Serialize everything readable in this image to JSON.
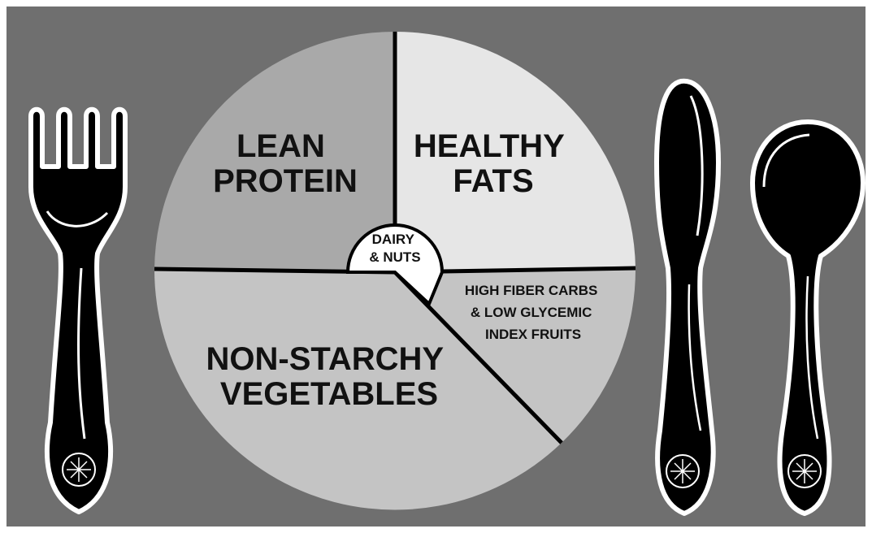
{
  "colors": {
    "background": "#6f6f6f",
    "border": "#ffffff",
    "plate_lean_protein": "#a9a9a9",
    "plate_healthy_fats": "#e6e6e6",
    "plate_high_fiber": "#c4c4c4",
    "plate_vegetables": "#c4c4c4",
    "plate_center": "#ffffff",
    "divider": "#000000",
    "utensils": "#000000",
    "utensil_outline": "#ffffff"
  },
  "plate": {
    "segments": [
      {
        "id": "lean-protein",
        "lines": [
          "LEAN",
          "PROTEIN"
        ]
      },
      {
        "id": "healthy-fats",
        "lines": [
          "HEALTHY",
          "FATS"
        ]
      },
      {
        "id": "high-fiber",
        "lines": [
          "HIGH FIBER CARBS",
          "& LOW GLYCEMIC",
          "INDEX FRUITS"
        ]
      },
      {
        "id": "vegetables",
        "lines": [
          "NON-STARCHY",
          "VEGETABLES"
        ]
      }
    ],
    "center": {
      "lines": [
        "DAIRY",
        "& NUTS"
      ]
    }
  },
  "utensils": {
    "left": [
      "fork-icon"
    ],
    "right": [
      "knife-icon",
      "spoon-icon"
    ]
  }
}
